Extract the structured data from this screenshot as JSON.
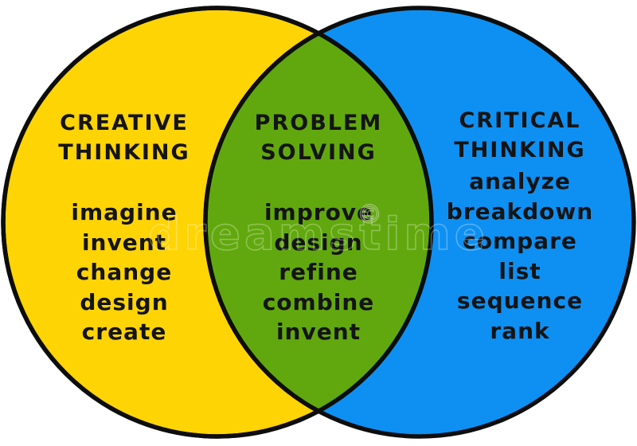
{
  "diagram": {
    "type": "venn",
    "outline_color": "#0d0d0d",
    "text_color": "#141414",
    "left": {
      "title_line1": "CREATIVE",
      "title_line2": "THINKING",
      "items": [
        "imagine",
        "invent",
        "change",
        "design",
        "create"
      ],
      "color": "#ffd405"
    },
    "center": {
      "title_line1": "PROBLEM",
      "title_line2": "SOLVING",
      "items": [
        "improve",
        "design",
        "refine",
        "combine",
        "invent"
      ],
      "color": "#61a80e"
    },
    "right": {
      "title_line1": "CRITICAL",
      "title_line2": "THINKING",
      "items": [
        "analyze",
        "breakdown",
        "compare",
        "list",
        "sequence",
        "rank"
      ],
      "color": "#0e90f2"
    }
  },
  "watermark": {
    "text": "dreamstime",
    "copyright_symbol": "©"
  }
}
